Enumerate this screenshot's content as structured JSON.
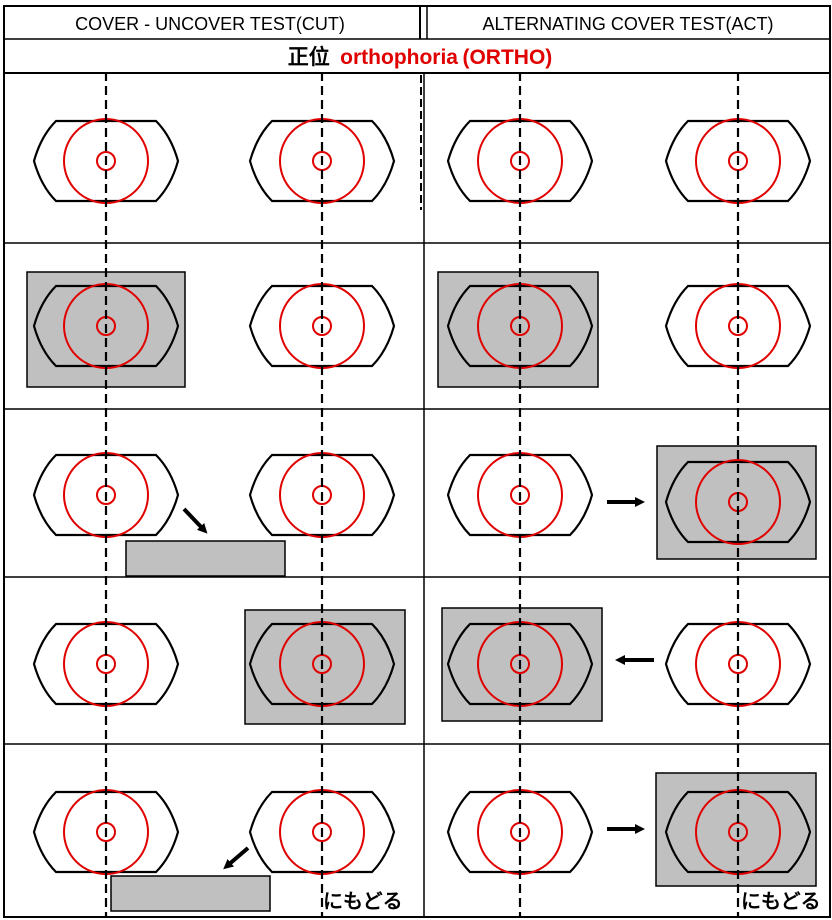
{
  "header": {
    "cut": "COVER - UNCOVER TEST(CUT)",
    "act": "ALTERNATING COVER TEST(ACT)"
  },
  "title": {
    "jp": "正位",
    "en": "orthophoria",
    "abbr": "(ORTHO)"
  },
  "links": {
    "back_cut": "にもどる",
    "back_act": "にもどる"
  },
  "colors": {
    "iris": "#e00000",
    "cover": "#c0c0c0",
    "outline": "#000000",
    "title_red": "#e00000"
  },
  "icons": {
    "eye": "eye-icon",
    "arrow": "arrow-icon",
    "occluder": "occluder-card"
  }
}
